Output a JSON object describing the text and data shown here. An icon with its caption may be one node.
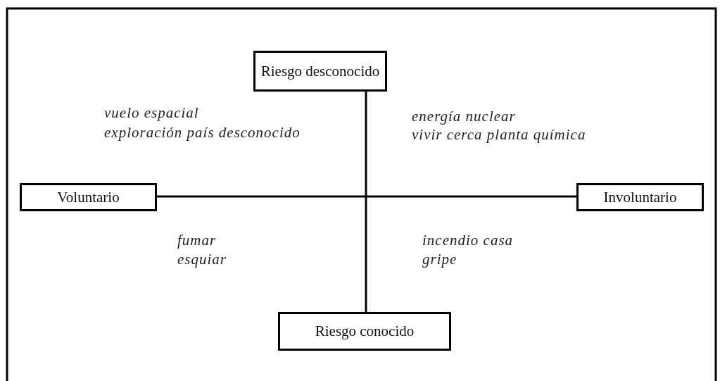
{
  "diagram": {
    "nodes": [
      {
        "text": [
          "Riesgo desconocido"
        ]
      },
      {
        "text": [
          "Voluntario"
        ]
      },
      {
        "text": [
          "Involuntario"
        ]
      },
      {
        "text": [
          "Riesgo conocido"
        ]
      }
    ],
    "edges": [
      {
        "from": 0,
        "to": 3,
        "arrow": "none"
      },
      {
        "from": 1,
        "to": 2,
        "arrow": "none"
      }
    ],
    "labels": [
      "vuelo espacial",
      "exploración país desconocido",
      "energía nuclear",
      "vivir cerca planta química",
      "fumar",
      "esquiar",
      "incendio casa",
      "gripe"
    ]
  }
}
